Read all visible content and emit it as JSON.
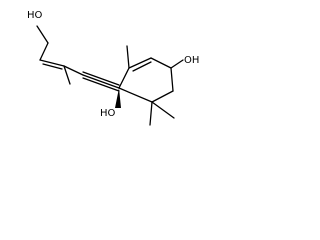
{
  "molecule": {
    "labels": {
      "hydroxyl_chain": "HO",
      "hydroxyl_ring_top": "OH",
      "hydroxyl_ring_bottom": "HO"
    }
  }
}
